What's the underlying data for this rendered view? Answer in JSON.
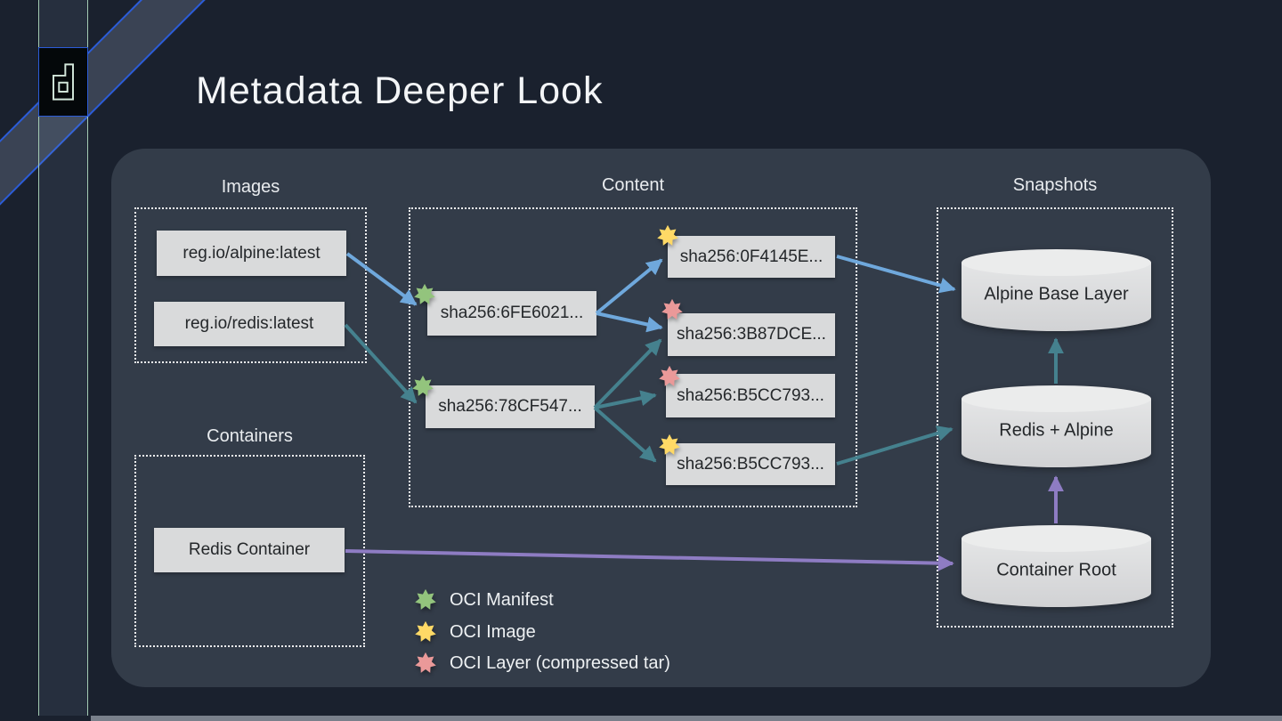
{
  "slide": {
    "title": "Metadata Deeper Look"
  },
  "sections": {
    "images": {
      "label": "Images",
      "items": [
        "reg.io/alpine:latest",
        "reg.io/redis:latest"
      ]
    },
    "content": {
      "label": "Content",
      "nodes": [
        {
          "label": "sha256:6FE6021...",
          "badge": "OCI Manifest"
        },
        {
          "label": "sha256:0F4145E...",
          "badge": "OCI Image"
        },
        {
          "label": "sha256:3B87DCE...",
          "badge": "OCI Layer (compressed tar)"
        },
        {
          "label": "sha256:78CF547...",
          "badge": "OCI Manifest"
        },
        {
          "label": "sha256:B5CC793...",
          "badge": "OCI Layer (compressed tar)"
        },
        {
          "label": "sha256:B5CC793...",
          "badge": "OCI Image"
        }
      ]
    },
    "snapshots": {
      "label": "Snapshots",
      "items": [
        "Alpine Base Layer",
        "Redis + Alpine",
        "Container Root"
      ]
    },
    "containers": {
      "label": "Containers",
      "items": [
        "Redis Container"
      ]
    }
  },
  "legend": {
    "items": [
      {
        "label": "OCI Manifest",
        "color": "#93c47d"
      },
      {
        "label": "OCI Image",
        "color": "#ffd966"
      },
      {
        "label": "OCI Layer (compressed tar)",
        "color": "#ea9999"
      }
    ]
  },
  "colors": {
    "arrow_blue": "#6fa8dc",
    "arrow_teal": "#45818e",
    "arrow_purple": "#8e7cc3",
    "star_green": "#93c47d",
    "star_yellow": "#ffd966",
    "star_pink": "#ea9999",
    "panel": "#333c49",
    "page_background": "#1a212e"
  },
  "edges": [
    {
      "from": "reg.io/alpine:latest",
      "to": "sha256:6FE6021...",
      "color": "blue"
    },
    {
      "from": "reg.io/redis:latest",
      "to": "sha256:78CF547...",
      "color": "teal"
    },
    {
      "from": "sha256:6FE6021...",
      "to": "sha256:0F4145E...",
      "color": "blue"
    },
    {
      "from": "sha256:6FE6021...",
      "to": "sha256:3B87DCE...",
      "color": "blue"
    },
    {
      "from": "sha256:78CF547...",
      "to": "sha256:3B87DCE...",
      "color": "teal"
    },
    {
      "from": "sha256:78CF547...",
      "to": "sha256:B5CC793... (layer)",
      "color": "teal"
    },
    {
      "from": "sha256:78CF547...",
      "to": "sha256:B5CC793... (image)",
      "color": "teal"
    },
    {
      "from": "sha256:0F4145E...",
      "to": "Alpine Base Layer",
      "color": "blue"
    },
    {
      "from": "sha256:B5CC793... (image)",
      "to": "Redis + Alpine",
      "color": "teal"
    },
    {
      "from": "Redis + Alpine",
      "to": "Alpine Base Layer",
      "color": "teal"
    },
    {
      "from": "Container Root",
      "to": "Redis + Alpine",
      "color": "purple"
    },
    {
      "from": "Redis Container",
      "to": "Container Root",
      "color": "purple"
    }
  ]
}
